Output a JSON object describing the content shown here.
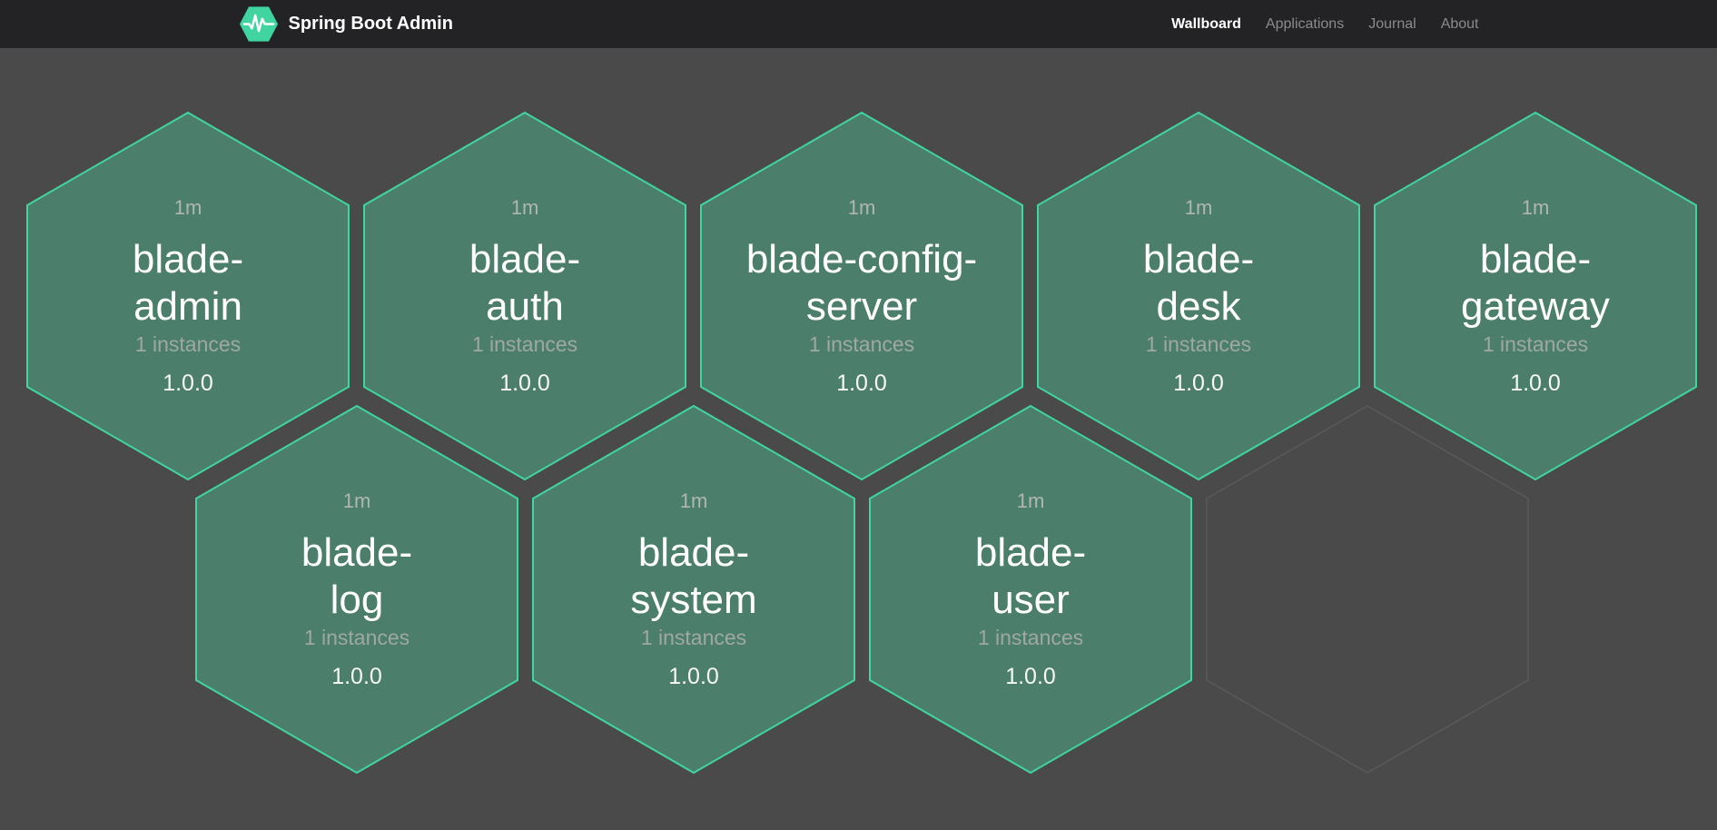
{
  "navbar": {
    "brand": "Spring Boot Admin",
    "logo_icon": "pulse-hexagon-icon",
    "items": [
      {
        "label": "Wallboard",
        "active": true
      },
      {
        "label": "Applications",
        "active": false
      },
      {
        "label": "Journal",
        "active": false
      },
      {
        "label": "About",
        "active": false
      }
    ]
  },
  "wallboard": {
    "applications": [
      {
        "name": "blade-admin",
        "uptime": "1m",
        "instances_label": "1 instances",
        "version": "1.0.0",
        "status": "UP"
      },
      {
        "name": "blade-auth",
        "uptime": "1m",
        "instances_label": "1 instances",
        "version": "1.0.0",
        "status": "UP"
      },
      {
        "name": "blade-config-server",
        "uptime": "1m",
        "instances_label": "1 instances",
        "version": "1.0.0",
        "status": "UP"
      },
      {
        "name": "blade-desk",
        "uptime": "1m",
        "instances_label": "1 instances",
        "version": "1.0.0",
        "status": "UP"
      },
      {
        "name": "blade-gateway",
        "uptime": "1m",
        "instances_label": "1 instances",
        "version": "1.0.0",
        "status": "UP"
      },
      {
        "name": "blade-log",
        "uptime": "1m",
        "instances_label": "1 instances",
        "version": "1.0.0",
        "status": "UP"
      },
      {
        "name": "blade-system",
        "uptime": "1m",
        "instances_label": "1 instances",
        "version": "1.0.0",
        "status": "UP"
      },
      {
        "name": "blade-user",
        "uptime": "1m",
        "instances_label": "1 instances",
        "version": "1.0.0",
        "status": "UP"
      }
    ],
    "empty_slots": 1
  },
  "colors": {
    "background": "#4a4a4a",
    "navbar_bg": "#232325",
    "hex_fill": "#4b7e6b",
    "hex_border": "#40d5a1",
    "brand_green": "#3fd4a0",
    "text_primary": "#ffffff",
    "text_muted": "#9fa8a2"
  }
}
